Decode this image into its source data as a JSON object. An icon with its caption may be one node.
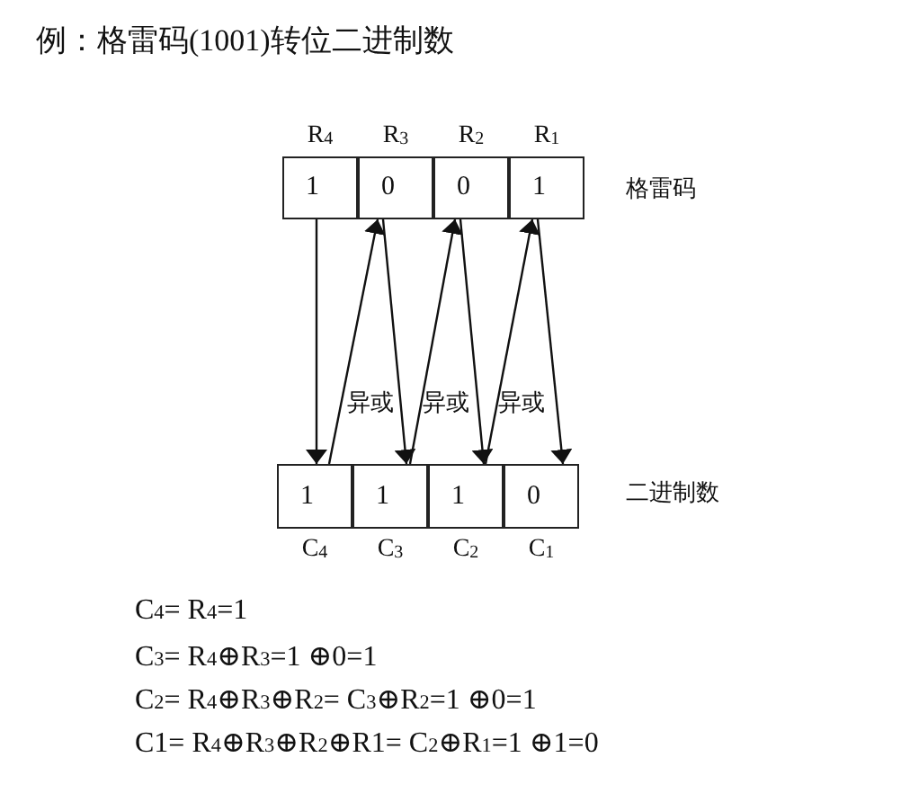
{
  "diagram": {
    "title": "例：格雷码(1001)转位二进制数",
    "nodes": [
      {
        "text": [
          "1"
        ],
        "beside": [
          "R$_{4}$"
        ]
      },
      {
        "text": [
          "0"
        ],
        "beside": [
          "R$_{3}$"
        ]
      },
      {
        "text": [
          "0"
        ],
        "beside": [
          "R$_{2}$"
        ]
      },
      {
        "text": [
          "1"
        ],
        "beside": [
          "R$_{1}$"
        ]
      },
      {
        "text": [
          "1"
        ],
        "beside": [
          "C$_{4}$"
        ]
      },
      {
        "text": [
          "1"
        ],
        "beside": [
          "C$_{3}$"
        ]
      },
      {
        "text": [
          "1"
        ],
        "beside": [
          "C$_{2}$"
        ]
      },
      {
        "text": [
          "0"
        ],
        "beside": [
          "C$_{1}$"
        ]
      }
    ],
    "edges": [
      {
        "from": 0,
        "to": 4,
        "arrow": "to"
      },
      {
        "from": 4,
        "to": 1,
        "arrow": "to"
      },
      {
        "from": 1,
        "to": 5,
        "arrow": "to"
      },
      {
        "from": 5,
        "to": 2,
        "arrow": "to"
      },
      {
        "from": 2,
        "to": 6,
        "arrow": "to"
      },
      {
        "from": 6,
        "to": 3,
        "arrow": "to"
      },
      {
        "from": 3,
        "to": 7,
        "arrow": "to"
      }
    ],
    "labels": [
      "格雷码",
      "异或",
      "异或",
      "异或",
      "二进制数",
      "C$_{4}$= R$_{4}$=1",
      "C$_{3}$= R$_{4}$⊕R$_{3}$=1 ⊕0=1",
      "C$_{2}$= R$_{4}$⊕R$_{3}$⊕R$_{2}$= C$_{3}$⊕R$_{2}$=1 ⊕0=1",
      "C1= R$_{4}$⊕R$_{3}$⊕R$_{2}$⊕R1= C$_{2}$⊕R$_{1}$=1 ⊕1=0"
    ]
  }
}
